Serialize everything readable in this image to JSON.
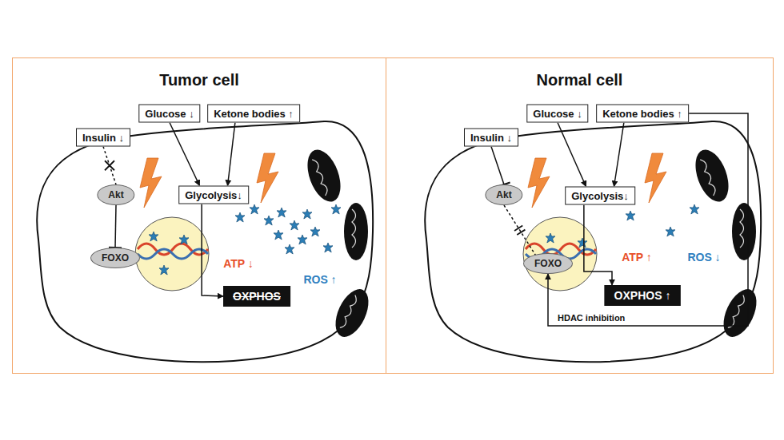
{
  "diagram": {
    "nodes": [
      {
        "text": [
          "Tumor cell"
        ]
      },
      {
        "text": [
          "Insulin ↓"
        ],
        "in": 0
      },
      {
        "text": [
          "Glucose ↓"
        ],
        "in": 0
      },
      {
        "text": [
          "Ketone bodies ↑"
        ],
        "in": 0
      },
      {
        "text": [
          "Akt"
        ],
        "in": 0
      },
      {
        "text": [
          "Glycolysis↓"
        ],
        "in": 0
      },
      {
        "text": [
          "FOXO"
        ],
        "in": 0
      },
      {
        "text": [
          "OXPHOS"
        ],
        "in": 0
      },
      {
        "text": [
          "Normal cell"
        ]
      },
      {
        "text": [
          "Insulin ↓"
        ],
        "in": 8
      },
      {
        "text": [
          "Glucose ↓"
        ],
        "in": 8
      },
      {
        "text": [
          "Ketone bodies ↑"
        ],
        "in": 8
      },
      {
        "text": [
          "Akt"
        ],
        "in": 8
      },
      {
        "text": [
          "Glycolysis↓"
        ],
        "in": 8
      },
      {
        "text": [
          "FOXO"
        ],
        "in": 8
      },
      {
        "text": [
          "OXPHOS ↑"
        ],
        "in": 8
      }
    ],
    "edges": [
      {
        "from": 1,
        "to": 4,
        "arrow": "none"
      },
      {
        "from": 4,
        "to": 6,
        "arrow": "none"
      },
      {
        "from": 2,
        "to": 5,
        "arrow": "to"
      },
      {
        "from": 3,
        "to": 5,
        "arrow": "to"
      },
      {
        "from": 5,
        "to": 7,
        "arrow": "to"
      },
      {
        "from": 9,
        "to": 12,
        "arrow": "none"
      },
      {
        "from": 12,
        "to": 14,
        "arrow": "none"
      },
      {
        "from": 10,
        "to": 13,
        "arrow": "to"
      },
      {
        "from": 11,
        "to": 13,
        "arrow": "to"
      },
      {
        "from": 13,
        "to": 15,
        "arrow": "to"
      },
      {
        "from": 11,
        "to": 14,
        "label": "HDAC inhibition",
        "arrow": "to"
      }
    ],
    "labels": [
      "ATP ↓",
      "ROS ↑",
      "ATP ↑",
      "ROS ↓"
    ]
  }
}
